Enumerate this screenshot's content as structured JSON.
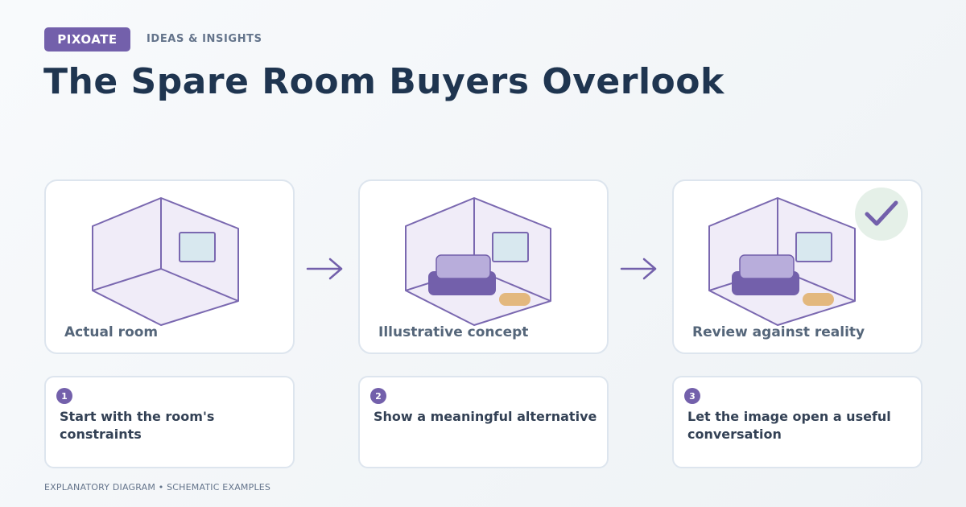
{
  "header": {
    "brand": "PIXOATE",
    "tagline": "IDEAS & INSIGHTS",
    "title": "The Spare Room Buyers Overlook"
  },
  "panels": [
    {
      "label": "Actual room"
    },
    {
      "label": "Illustrative concept"
    },
    {
      "label": "Review against reality"
    }
  ],
  "steps": [
    {
      "number": "1",
      "text": "Start with the room's constraints"
    },
    {
      "number": "2",
      "text": "Show a meaningful alternative"
    },
    {
      "number": "3",
      "text": "Let the image open a useful conversation"
    }
  ],
  "footer": "EXPLANATORY DIAGRAM • SCHEMATIC EXAMPLES",
  "icons": [
    "room-outline-icon",
    "window-icon",
    "sofa-icon",
    "rug-icon",
    "arrow-right-icon",
    "checkmark-icon"
  ],
  "colors": {
    "accent": "#7360ab",
    "title": "#1f3550",
    "room_fill": "#f0ecf8",
    "window": "#d8e8ef",
    "sofa_back": "#b8addb",
    "rug": "#e3b87e",
    "check_bg": "#e5f0e8"
  }
}
